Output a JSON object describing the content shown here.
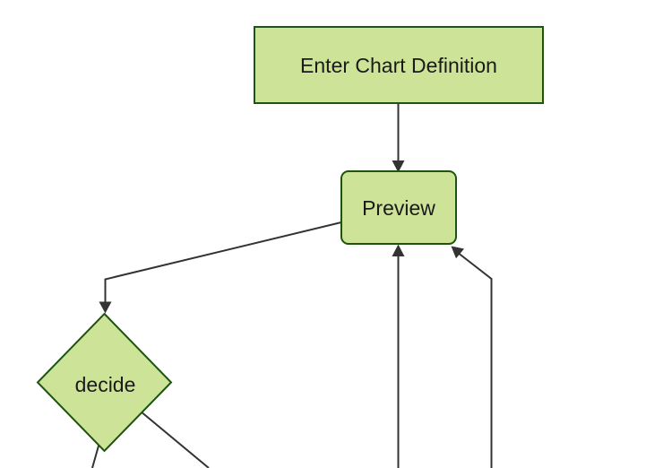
{
  "diagram": {
    "type": "flowchart",
    "nodes": [
      {
        "id": "A",
        "label": "Enter Chart Definition",
        "shape": "rectangle"
      },
      {
        "id": "B",
        "label": "Preview",
        "shape": "rounded-rectangle"
      },
      {
        "id": "C",
        "label": "decide",
        "shape": "diamond"
      }
    ],
    "edges": [
      {
        "from": "A",
        "to": "B",
        "arrow": true
      },
      {
        "from": "B",
        "to": "C",
        "arrow": true
      },
      {
        "from": "offscreen-bottom",
        "to": "B",
        "arrow": true
      },
      {
        "from": "offscreen-bottom-right",
        "to": "B",
        "arrow": true
      },
      {
        "from": "C",
        "to": "offscreen-bottom-left",
        "arrow": false,
        "clipped": true
      },
      {
        "from": "C",
        "to": "offscreen-bottom-right",
        "arrow": false,
        "clipped": true
      }
    ]
  },
  "colors": {
    "background": "#ffffff",
    "node_fill": "#cde498",
    "node_border": "#1c5410",
    "edge": "#333333",
    "text": "#1a1a1a"
  }
}
